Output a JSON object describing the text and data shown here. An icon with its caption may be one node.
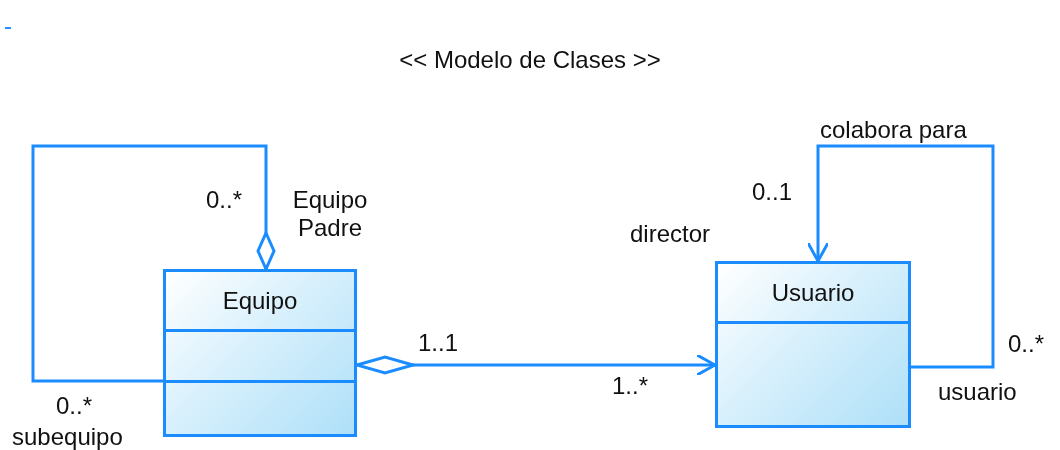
{
  "diagram": {
    "title": "<< Modelo de Clases >>",
    "nodes": [
      {
        "text": [
          "Equipo"
        ]
      },
      {
        "text": [
          "Usuario"
        ]
      }
    ],
    "edges": [
      {
        "from": 0,
        "to": 0,
        "arrow": "other"
      },
      {
        "from": 0,
        "to": 1,
        "arrow": "to"
      },
      {
        "from": 1,
        "to": 1,
        "arrow": "to",
        "label": "colabora para"
      }
    ],
    "labels": [
      "-",
      "0..*",
      "Equipo Padre",
      "0..*",
      "subequipo",
      "1..1",
      "1..*",
      "0..1",
      "director",
      "0..*",
      "usuario"
    ]
  }
}
